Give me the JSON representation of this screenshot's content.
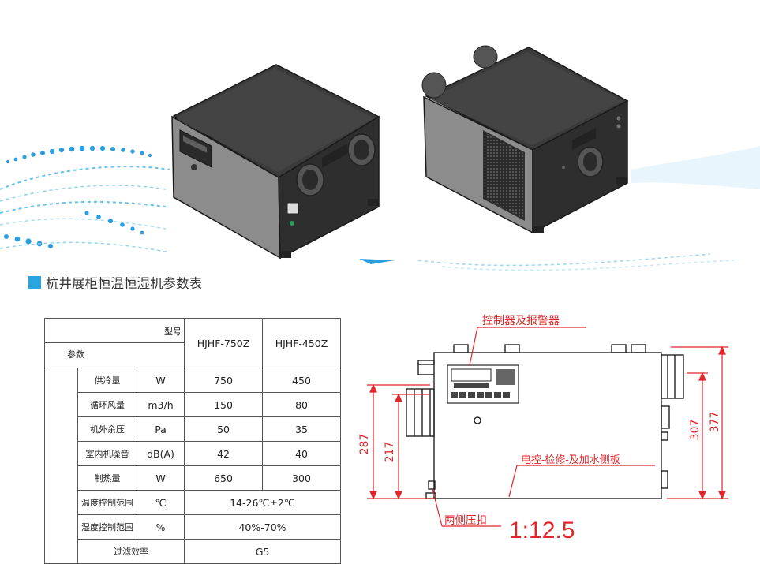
{
  "section": {
    "title": "杭井展柜恒温恒湿机参数表"
  },
  "table": {
    "header_model_label": "型号",
    "header_param_label": "参数",
    "models": [
      "HJHF-750Z",
      "HJHF-450Z"
    ],
    "rows": [
      {
        "param": "供冷量",
        "unit": "W",
        "v1": "750",
        "v2": "450"
      },
      {
        "param": "循环风量",
        "unit": "m3/h",
        "v1": "150",
        "v2": "80"
      },
      {
        "param": "机外余压",
        "unit": "Pa",
        "v1": "50",
        "v2": "35"
      },
      {
        "param": "室内机噪音",
        "unit": "dB(A)",
        "v1": "42",
        "v2": "40"
      },
      {
        "param": "制热量",
        "unit": "W",
        "v1": "650",
        "v2": "300"
      }
    ],
    "merged_rows": [
      {
        "param": "温度控制范围",
        "unit": "℃",
        "value": "14-26℃±2℃"
      },
      {
        "param": "湿度控制范围",
        "unit": "%",
        "value": "40%-70%"
      }
    ],
    "filter_row": {
      "param": "过滤效率",
      "value": "G5"
    }
  },
  "drawing": {
    "label_controller": "控制器及报警器",
    "label_side_panel": "电控-检修-及加水侧板",
    "label_clamp": "两侧压扣",
    "scale": "1:12.5",
    "dim_287": "287",
    "dim_217": "217",
    "dim_307": "307",
    "dim_377": "377",
    "dim_color": "#e0262b"
  },
  "colors": {
    "accent": "#29a6e0",
    "body_dark": "#3b3b3b",
    "panel_grey": "#8c8c8c"
  }
}
